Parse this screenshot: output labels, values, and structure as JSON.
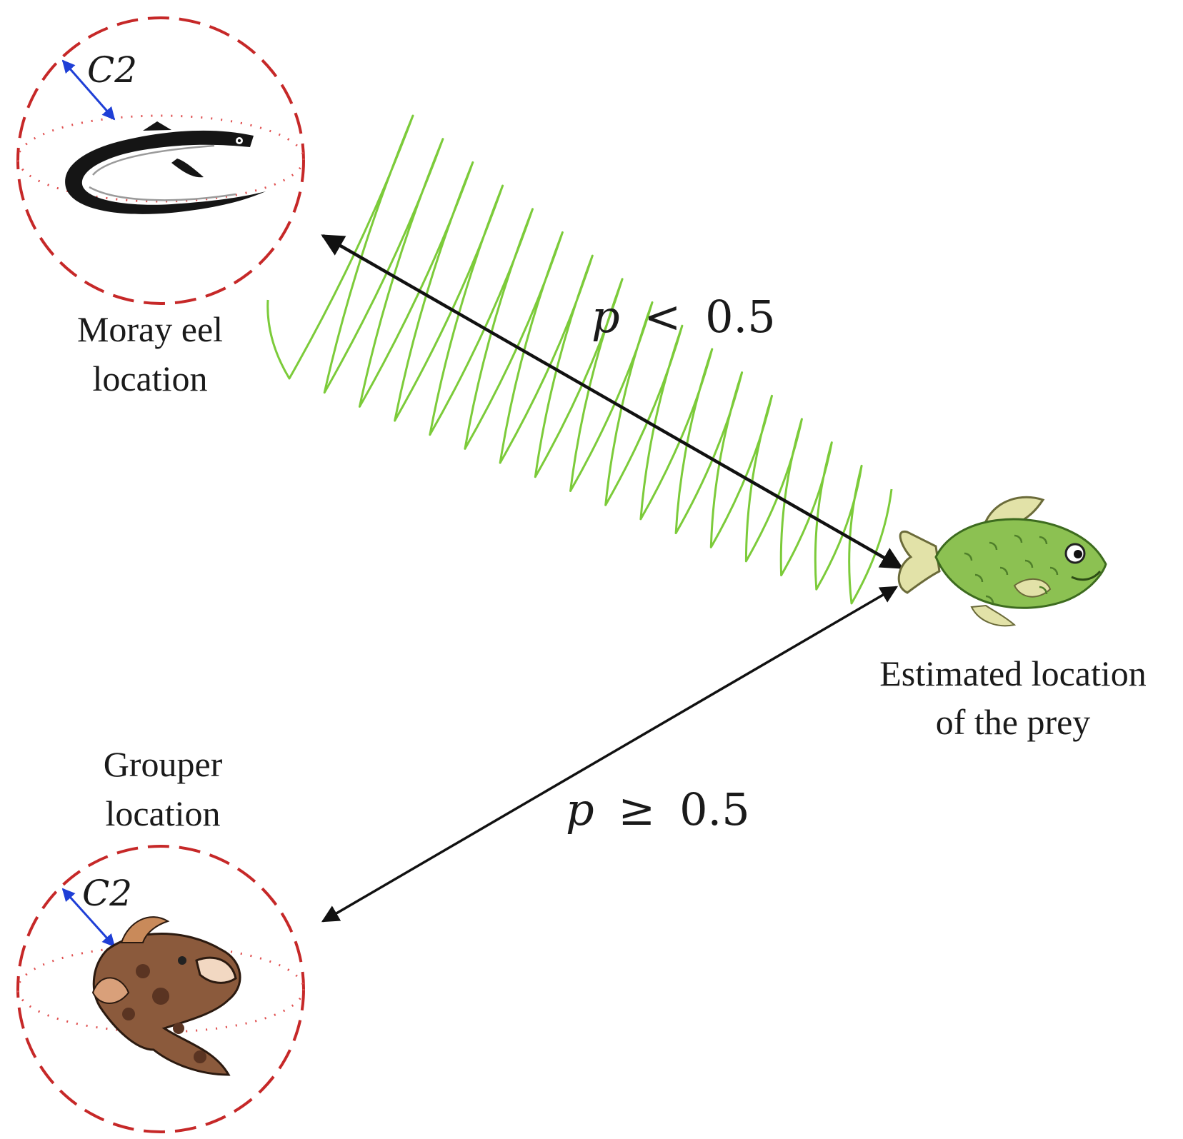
{
  "eel": {
    "label_line1": "Moray eel",
    "label_line2": "location",
    "radius_label": "C2"
  },
  "grouper": {
    "label_line1": "Grouper",
    "label_line2": "location",
    "radius_label": "C2"
  },
  "prey": {
    "label_line1": "Estimated location",
    "label_line2": "of the prey"
  },
  "upper_condition": {
    "var": "p",
    "op": "<",
    "value": "0.5"
  },
  "lower_condition": {
    "var": "p",
    "op": "≥",
    "value": "0.5"
  },
  "colors": {
    "boundary_dash": "#c62828",
    "radius_arrow": "#1f3fd6",
    "spiral": "#7ccb3a",
    "arrow": "#111111",
    "prey_body": "#8cc152",
    "prey_fin": "#e2e2a8"
  },
  "icons": [
    "moray-eel-icon",
    "grouper-fish-icon",
    "prey-fish-icon"
  ]
}
